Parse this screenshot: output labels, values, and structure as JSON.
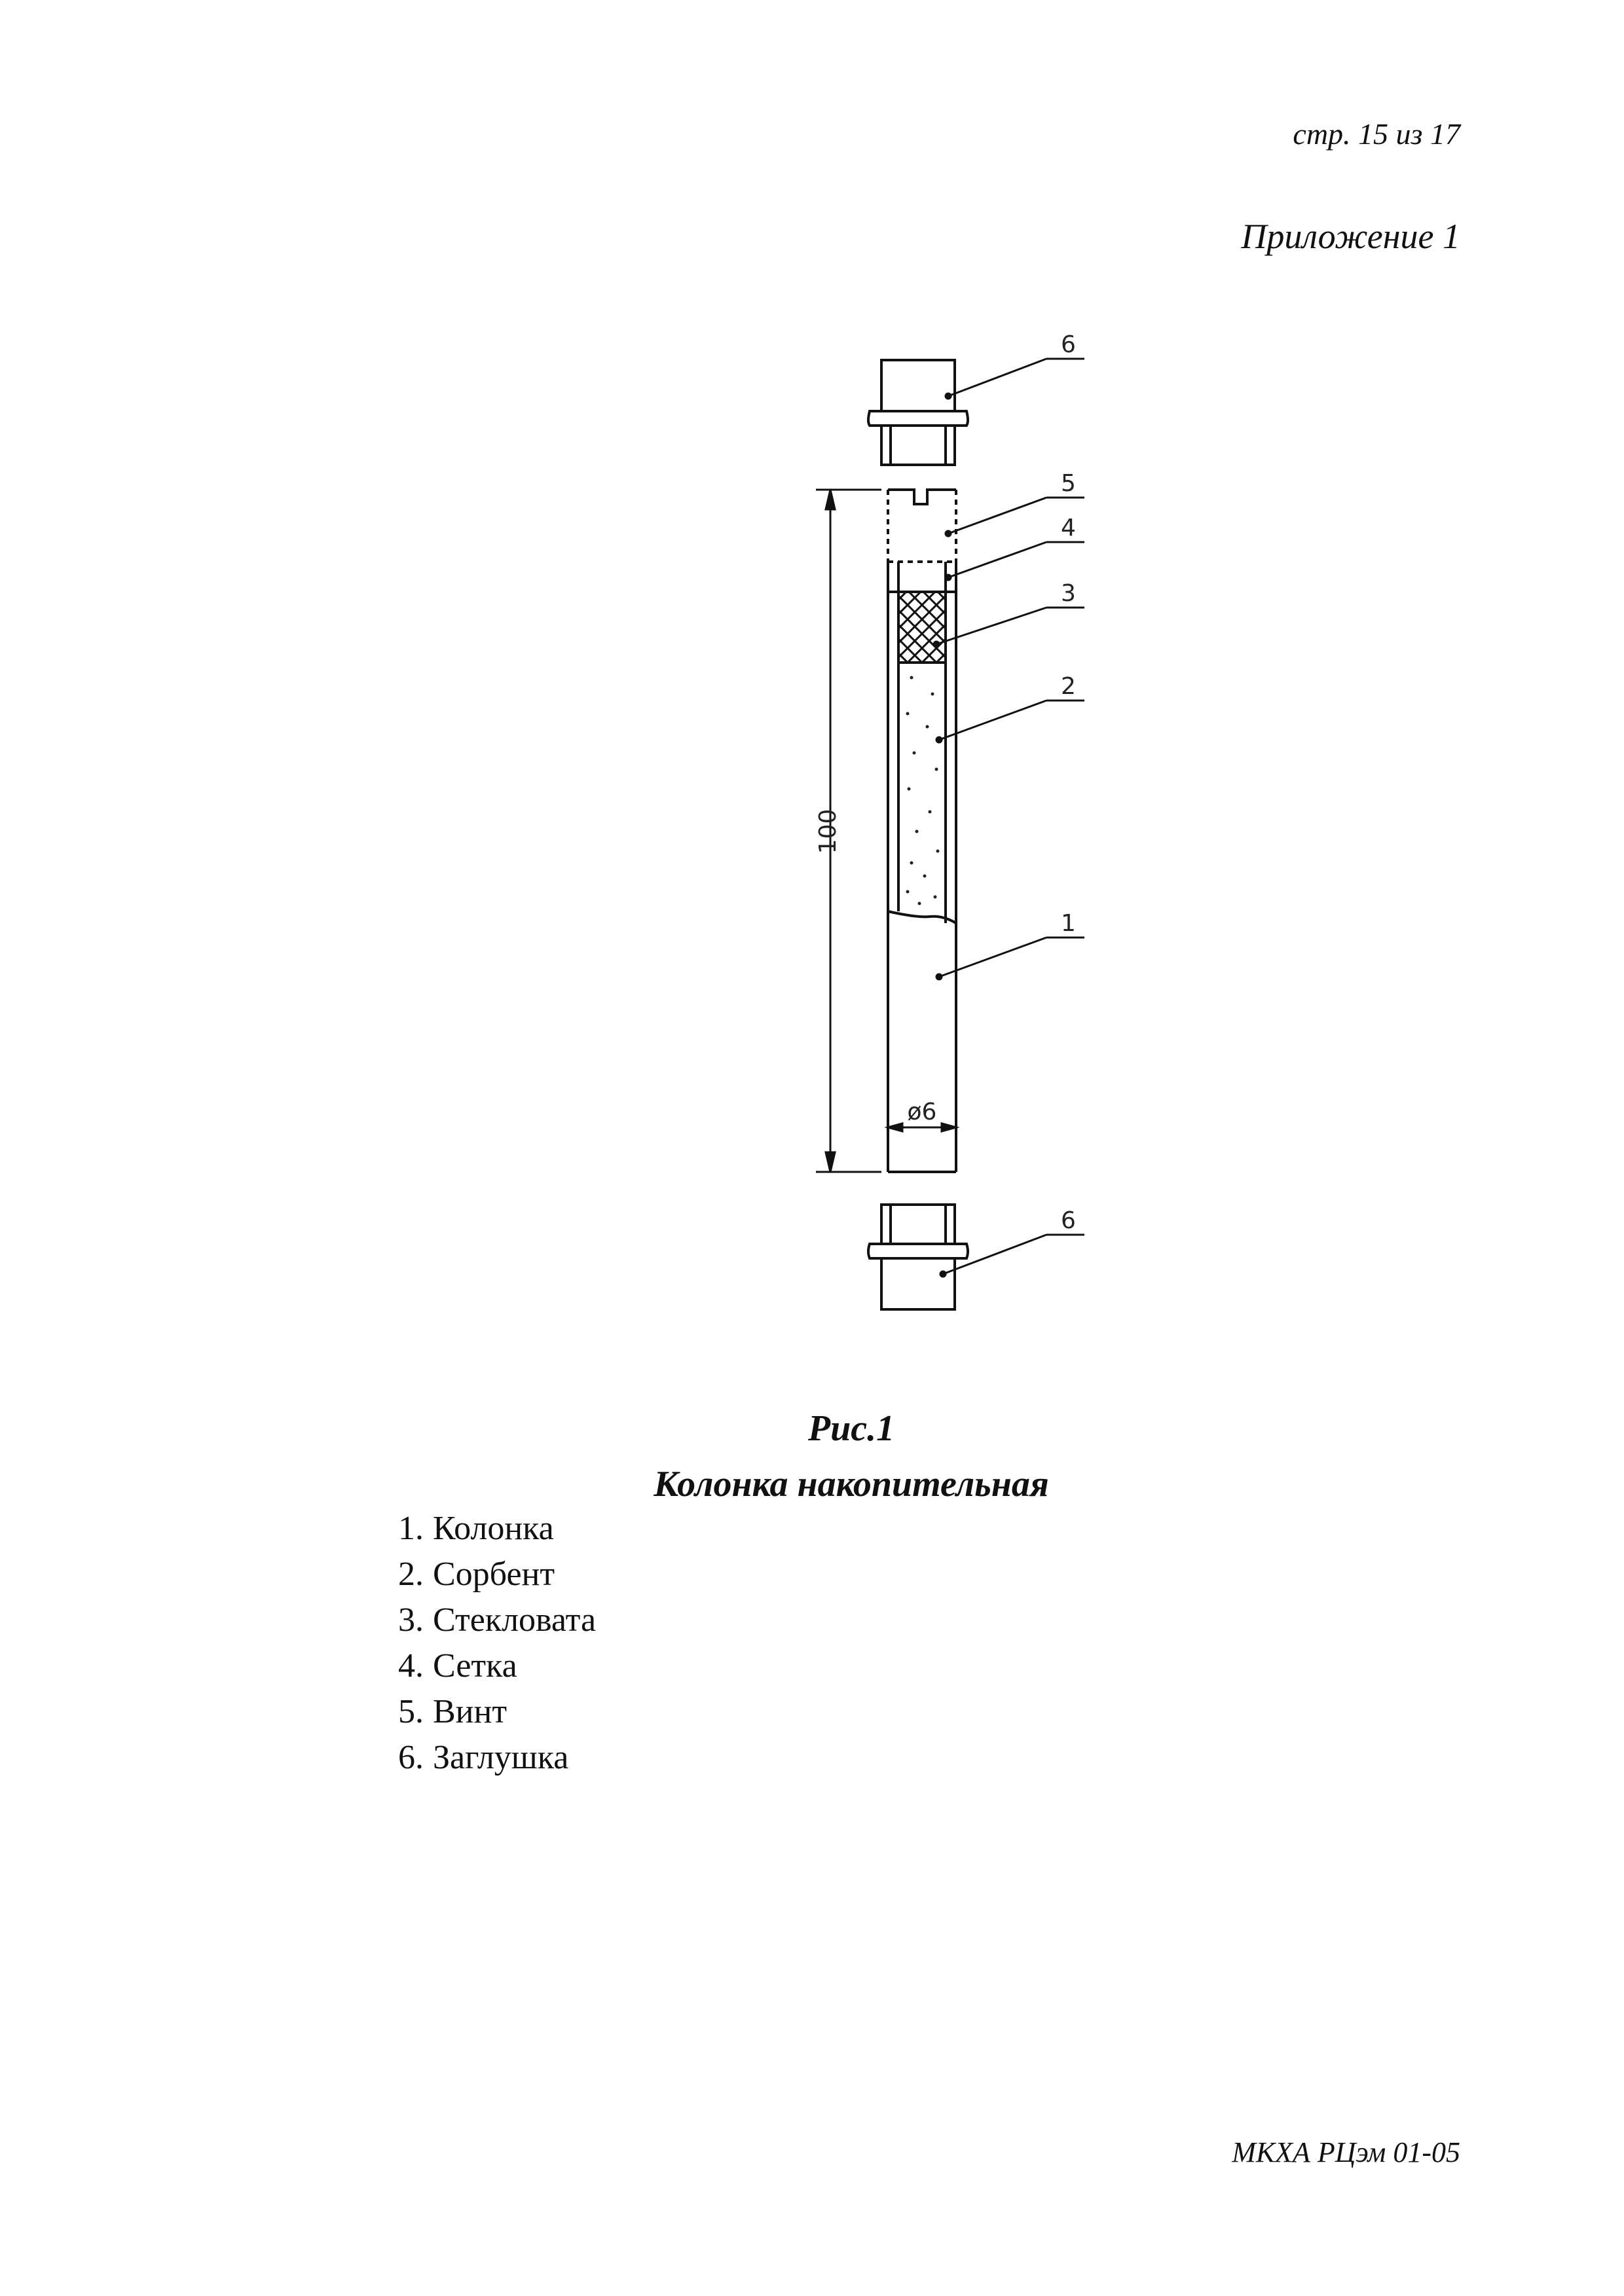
{
  "header": {
    "page_number": "стр. 15 из 17",
    "appendix": "Приложение 1"
  },
  "figure": {
    "callouts": {
      "plug_top": "6",
      "screw": "5",
      "mesh": "4",
      "glass_wool": "3",
      "sorbent": "2",
      "column": "1",
      "plug_bottom": "6"
    },
    "dimension_length": "100",
    "dimension_diameter": "ø6",
    "label": "Рис.1",
    "title": "Колонка накопительная"
  },
  "parts": [
    {
      "num": "1.",
      "name": "Колонка"
    },
    {
      "num": "2.",
      "name": "Сорбент"
    },
    {
      "num": "3.",
      "name": "Стекловата"
    },
    {
      "num": "4.",
      "name": "Сетка"
    },
    {
      "num": "5.",
      "name": "Винт"
    },
    {
      "num": "6.",
      "name": "Заглушка"
    }
  ],
  "footer": {
    "doc_code": "МКХА РЦэм 01-05"
  }
}
